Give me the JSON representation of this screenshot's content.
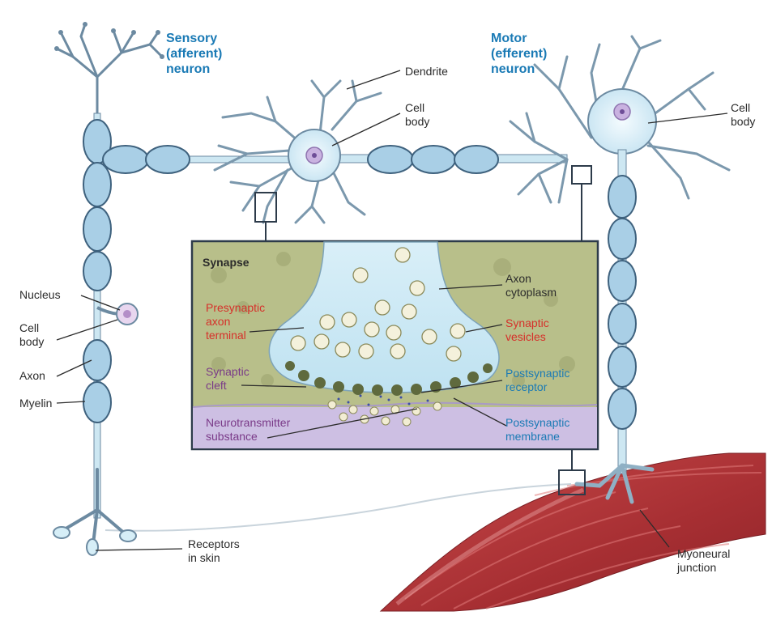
{
  "colors": {
    "neuron_fill": "#d6eef7",
    "neuron_stroke": "#4d6c85",
    "myelin_fill": "#a9cfe6",
    "synapse_bg": "#b8bf8a",
    "membrane": "#cdbfe3",
    "muscle": "#b03a3a",
    "label_blue": "#1a7ab5",
    "label_red": "#d6302a",
    "label_purple": "#7a3a88"
  },
  "labels": {
    "sensory_neuron": "Sensory\n(afferent)\nneuron",
    "motor_neuron": "Motor\n(efferent)\nneuron",
    "dendrite": "Dendrite",
    "cell_body_center": "Cell\nbody",
    "cell_body_right": "Cell\nbody",
    "nucleus": "Nucleus",
    "cell_body_left": "Cell\nbody",
    "axon": "Axon",
    "myelin": "Myelin",
    "receptors": "Receptors\nin skin",
    "myoneural": "Myoneural\njunction"
  },
  "synapse": {
    "title": "Synapse",
    "axon_cytoplasm": "Axon\ncytoplasm",
    "presynaptic": "Presynaptic\naxon\nterminal",
    "vesicles": "Synaptic\nvesicles",
    "cleft": "Synaptic\ncleft",
    "post_receptor": "Postsynaptic\nreceptor",
    "neurotransmitter": "Neurotransmitter\nsubstance",
    "post_membrane": "Postsynaptic\nmembrane"
  }
}
